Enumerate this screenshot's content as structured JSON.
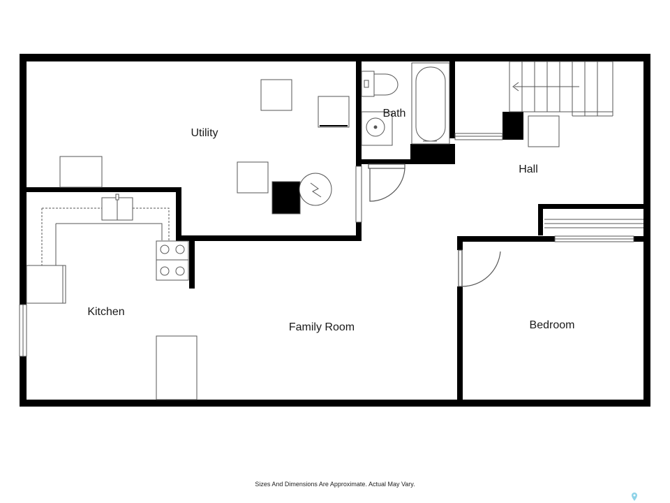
{
  "rooms": {
    "utility": "Utility",
    "bath": "Bath",
    "hall": "Hall",
    "kitchen": "Kitchen",
    "family_room": "Family Room",
    "bedroom": "Bedroom"
  },
  "disclaimer": "Sizes And Dimensions Are Approximate. Actual May Vary.",
  "icons": {
    "pin": "location-pin-icon"
  },
  "colors": {
    "wall": "#000000",
    "fixture_stroke": "#555555",
    "pin": "#8fd3e8"
  }
}
